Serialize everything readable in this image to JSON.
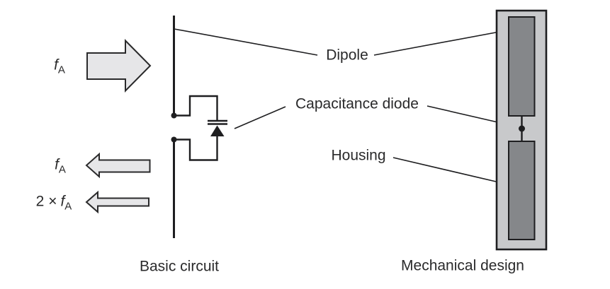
{
  "figure": {
    "annotations": {
      "dipole": "Dipole",
      "capacitance_diode": "Capacitance diode",
      "housing": "Housing"
    },
    "captions": {
      "basic_circuit": "Basic circuit",
      "mechanical_design": "Mechanical design"
    },
    "signals": {
      "incident": {
        "symbol": "f",
        "subscript": "A",
        "direction": "right"
      },
      "reflected": {
        "symbol": "f",
        "subscript": "A",
        "direction": "left"
      },
      "harmonic": {
        "prefix": "2 ×",
        "symbol": "f",
        "subscript": "A",
        "direction": "left"
      }
    },
    "colors": {
      "background": "#ffffff",
      "line": "#1e1e20",
      "text": "#2a2a2b",
      "arrow_fill": "#e6e6e8",
      "arrow_stroke": "#2a2a2b",
      "housing_fill": "#c8c9cb",
      "dipole_element_fill": "#85878a"
    }
  }
}
